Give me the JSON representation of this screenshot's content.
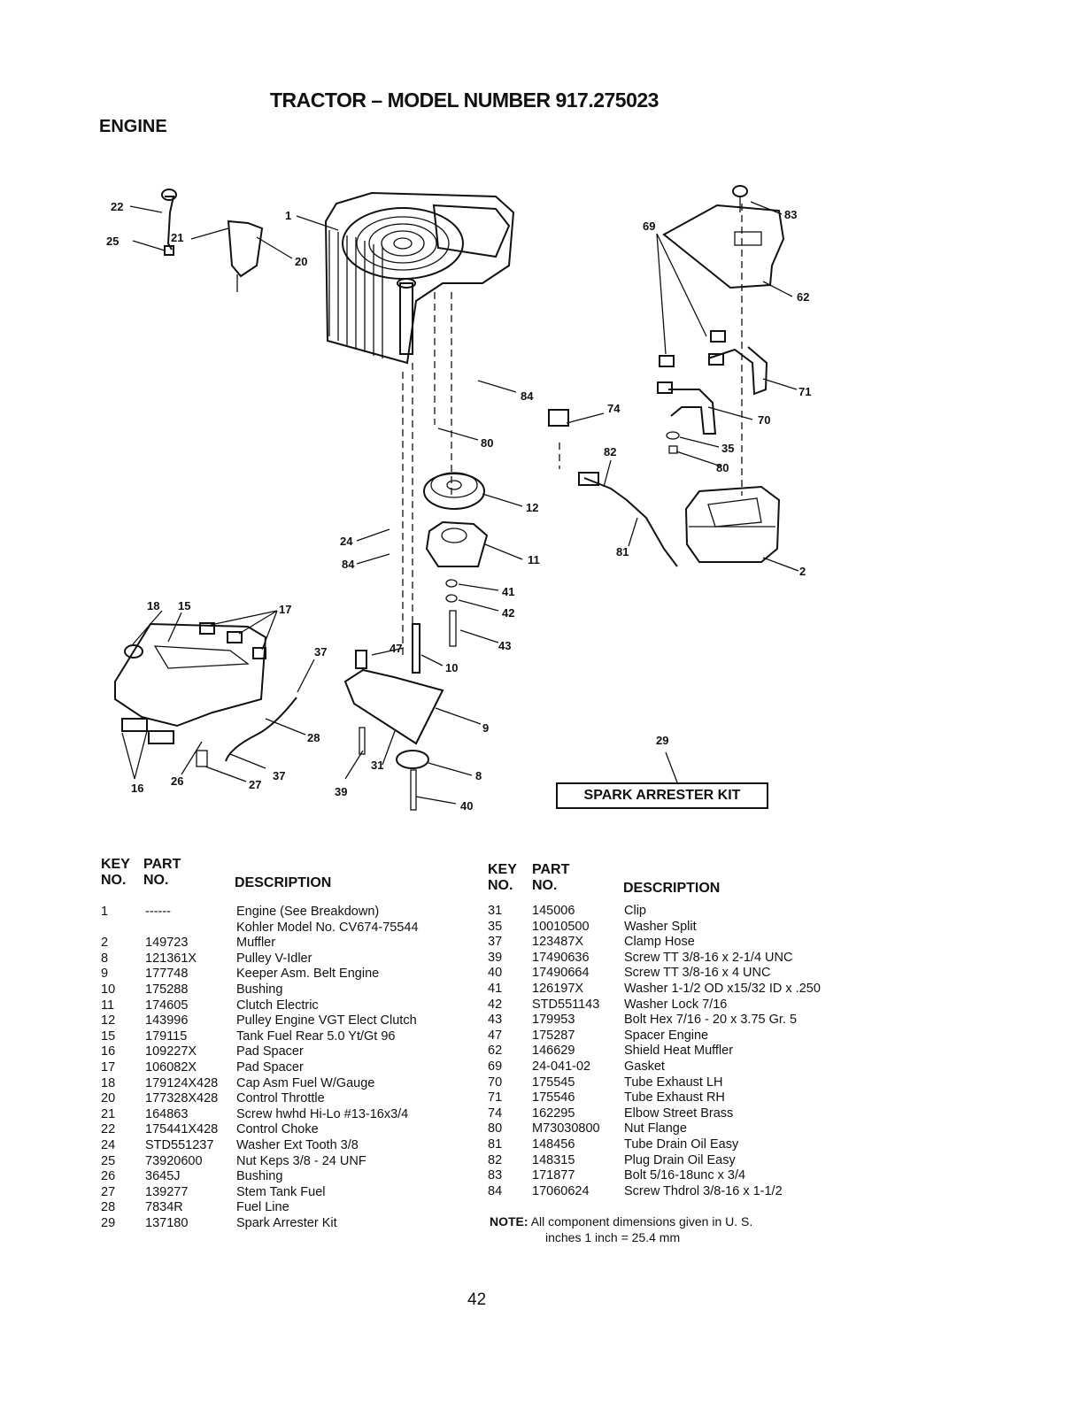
{
  "header": {
    "title": "TRACTOR – MODEL NUMBER 917.275023",
    "section": "ENGINE"
  },
  "diagram": {
    "callouts": [
      "22",
      "25",
      "1",
      "21",
      "20",
      "84",
      "80",
      "74",
      "82",
      "12",
      "24",
      "84",
      "11",
      "41",
      "42",
      "43",
      "18",
      "15",
      "17",
      "37",
      "47",
      "10",
      "9",
      "28",
      "31",
      "8",
      "16",
      "26",
      "27",
      "37",
      "39",
      "40",
      "83",
      "62",
      "69",
      "71",
      "70",
      "35",
      "80",
      "2",
      "81",
      "29"
    ],
    "kit_label": "SPARK ARRESTER KIT"
  },
  "table_left": {
    "headers": {
      "key_top": "KEY",
      "key_bottom": "NO.",
      "part_top": "PART",
      "part_bottom": "NO.",
      "description": "DESCRIPTION"
    },
    "rows": [
      {
        "key": "1",
        "part": "------",
        "desc": "Engine (See Breakdown)"
      },
      {
        "key": "",
        "part": "",
        "desc": "Kohler Model No. CV674-75544"
      },
      {
        "key": "2",
        "part": "149723",
        "desc": "Muffler"
      },
      {
        "key": "8",
        "part": "121361X",
        "desc": "Pulley V-Idler"
      },
      {
        "key": "9",
        "part": "177748",
        "desc": "Keeper Asm. Belt Engine"
      },
      {
        "key": "10",
        "part": "175288",
        "desc": "Bushing"
      },
      {
        "key": "11",
        "part": "174605",
        "desc": "Clutch Electric"
      },
      {
        "key": "12",
        "part": "143996",
        "desc": "Pulley Engine VGT Elect Clutch"
      },
      {
        "key": "15",
        "part": "179115",
        "desc": "Tank Fuel Rear 5.0 Yt/Gt 96"
      },
      {
        "key": "16",
        "part": "109227X",
        "desc": "Pad Spacer"
      },
      {
        "key": "17",
        "part": "106082X",
        "desc": "Pad Spacer"
      },
      {
        "key": "18",
        "part": "179124X428",
        "desc": "Cap Asm Fuel W/Gauge"
      },
      {
        "key": "20",
        "part": "177328X428",
        "desc": "Control Throttle"
      },
      {
        "key": "21",
        "part": "164863",
        "desc": "Screw hwhd Hi-Lo #13-16x3/4"
      },
      {
        "key": "22",
        "part": "175441X428",
        "desc": "Control Choke"
      },
      {
        "key": "24",
        "part": "STD551237",
        "desc": "Washer Ext Tooth 3/8"
      },
      {
        "key": "25",
        "part": "73920600",
        "desc": "Nut Keps 3/8 - 24 UNF"
      },
      {
        "key": "26",
        "part": "3645J",
        "desc": "Bushing"
      },
      {
        "key": "27",
        "part": "139277",
        "desc": "Stem Tank Fuel"
      },
      {
        "key": "28",
        "part": "7834R",
        "desc": "Fuel Line"
      },
      {
        "key": "29",
        "part": "137180",
        "desc": "Spark Arrester Kit"
      }
    ]
  },
  "table_right": {
    "headers": {
      "key_top": "KEY",
      "key_bottom": "NO.",
      "part_top": "PART",
      "part_bottom": "NO.",
      "description": "DESCRIPTION"
    },
    "rows": [
      {
        "key": "31",
        "part": "145006",
        "desc": "Clip"
      },
      {
        "key": "35",
        "part": "10010500",
        "desc": "Washer Split"
      },
      {
        "key": "37",
        "part": "123487X",
        "desc": "Clamp Hose"
      },
      {
        "key": "39",
        "part": "17490636",
        "desc": "Screw TT 3/8-16 x 2-1/4 UNC"
      },
      {
        "key": "40",
        "part": "17490664",
        "desc": "Screw TT 3/8-16 x 4 UNC"
      },
      {
        "key": "41",
        "part": "126197X",
        "desc": "Washer 1-1/2 OD x15/32 ID x .250"
      },
      {
        "key": "42",
        "part": "STD551143",
        "desc": "Washer Lock 7/16"
      },
      {
        "key": "43",
        "part": "179953",
        "desc": "Bolt Hex 7/16 - 20 x 3.75 Gr. 5"
      },
      {
        "key": "47",
        "part": "175287",
        "desc": "Spacer Engine"
      },
      {
        "key": "62",
        "part": "146629",
        "desc": "Shield Heat Muffler"
      },
      {
        "key": "69",
        "part": "24-041-02",
        "desc": "Gasket"
      },
      {
        "key": "70",
        "part": "175545",
        "desc": "Tube Exhaust LH"
      },
      {
        "key": "71",
        "part": "175546",
        "desc": "Tube Exhaust RH"
      },
      {
        "key": "74",
        "part": "162295",
        "desc": "Elbow Street Brass"
      },
      {
        "key": "80",
        "part": "M73030800",
        "desc": "Nut Flange"
      },
      {
        "key": "81",
        "part": "148456",
        "desc": "Tube Drain Oil Easy"
      },
      {
        "key": "82",
        "part": "148315",
        "desc": "Plug Drain Oil Easy"
      },
      {
        "key": "83",
        "part": "171877",
        "desc": "Bolt 5/16-18unc x 3/4"
      },
      {
        "key": "84",
        "part": "17060624",
        "desc": "Screw Thdrol 3/8-16 x 1-1/2"
      }
    ]
  },
  "note": {
    "label": "NOTE:",
    "line1": "All component dimensions given in U. S.",
    "line2": "inches 1 inch = 25.4 mm"
  },
  "page_number": "42"
}
